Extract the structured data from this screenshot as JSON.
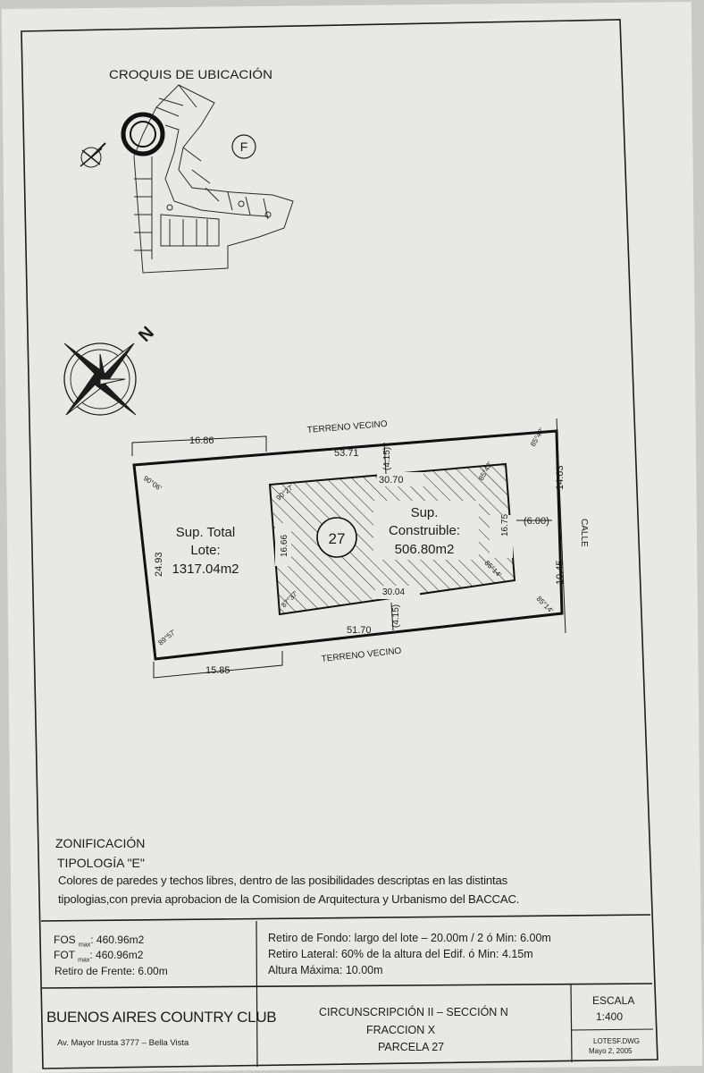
{
  "location_sketch": {
    "title": "CROQUIS DE UBICACIÓN",
    "sector_label": "F"
  },
  "compass": {
    "north_label": "N"
  },
  "plot": {
    "neighbor_top": "TERRENO VECINO",
    "neighbor_bottom": "TERRENO VECINO",
    "street": "CALLE",
    "lot_number": "27",
    "total_area_line1": "Sup. Total",
    "total_area_line2": "Lote:",
    "total_area_value": "1317.04m2",
    "buildable_line1": "Sup.",
    "buildable_line2": "Construible:",
    "buildable_value": "506.80m2",
    "dims": {
      "top_left_offset": "16.86",
      "top_length": "53.71",
      "top_setback": "(4.15)",
      "inner_top": "30.70",
      "left_side": "24.93",
      "inner_left": "16.66",
      "inner_right": "16.75",
      "front_setback": "(6.00)",
      "right_upper": "14.63",
      "right_lower": "10.45",
      "inner_bottom": "30.04",
      "bottom_setback": "(4.15)",
      "bottom_length": "51.70",
      "bottom_left_offset": "15.85",
      "angle_tl": "90°06'",
      "angle_tr": "85°42'",
      "angle_bl": "89°57'",
      "angle_br": "85°14'",
      "inner_angle_tl": "90°27'",
      "inner_angle_tr": "85°42'",
      "inner_angle_bl": "87°37'",
      "inner_angle_br": "85°14'"
    }
  },
  "zoning": {
    "title": "ZONIFICACIÓN",
    "typology": "TIPOLOGÍA \"E\"",
    "text_line1": "Colores de paredes y techos libres, dentro de las posibilidades descriptas en las distintas",
    "text_line2": "tipologias,con previa aprobacion de la Comision de Arquitectura y Urbanismo del BACCAC."
  },
  "specs": {
    "fos_label": "FOS",
    "fos_sub": "max",
    "fos_value": ": 460.96m2",
    "fot_label": "FOT",
    "fot_sub": "max",
    "fot_value": ": 460.96m2",
    "front_setback": "Retiro de Frente: 6.00m",
    "rear_setback": "Retiro de Fondo: largo del lote – 20.00m / 2 ó Min: 6.00m",
    "side_setback": "Retiro Lateral: 60% de la altura del Edif. ó Min: 4.15m",
    "max_height": "Altura Máxima: 10.00m"
  },
  "title_block": {
    "club": "BUENOS AIRES COUNTRY CLUB",
    "address": "Av. Mayor Irusta 3777 – Bella Vista",
    "line1": "CIRCUNSCRIPCIÓN II – SECCIÓN N",
    "line2": "FRACCION X",
    "line3": "PARCELA 27",
    "scale_label": "ESCALA",
    "scale_value": "1:400",
    "file": "LOTESF.DWG",
    "date": "Mayo 2, 2005"
  }
}
